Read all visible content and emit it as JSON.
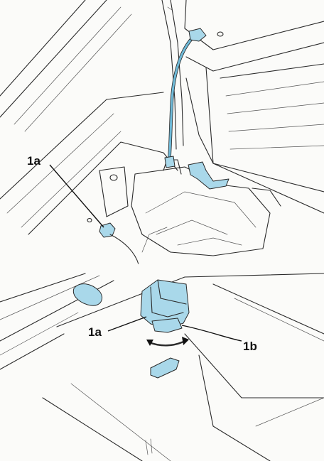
{
  "labels": {
    "top_1a": "1a",
    "bottom_1a": "1a",
    "bottom_1b": "1b"
  },
  "colors": {
    "part_fill": "#a9d8ea",
    "cable": "#6fbad8",
    "line": "#2a2a2a"
  }
}
